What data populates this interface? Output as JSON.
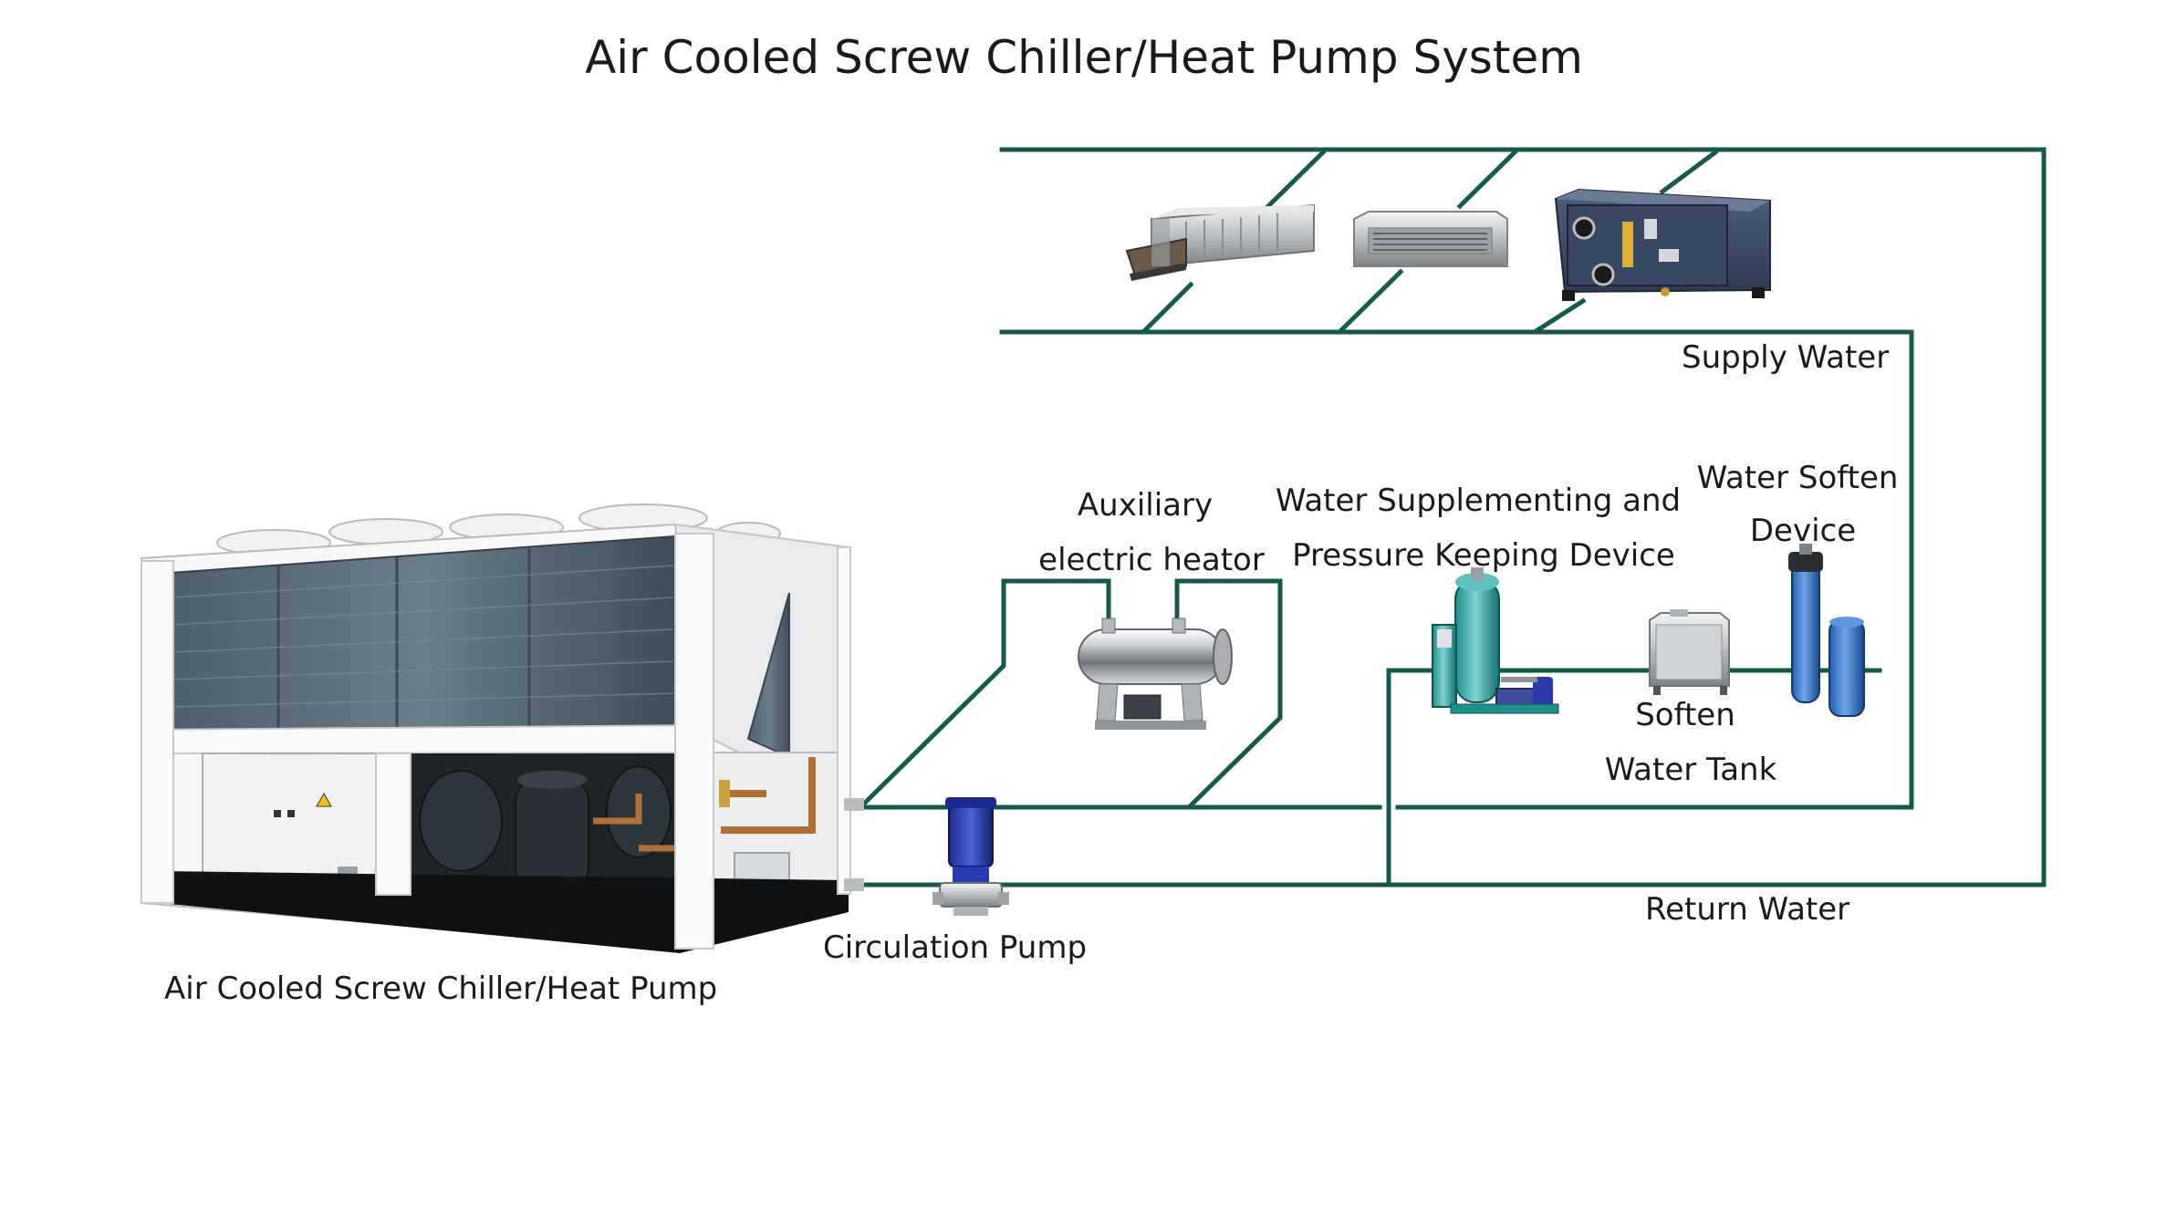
{
  "title": "Air Cooled Screw Chiller/Heat Pump System",
  "labels": {
    "supply_water": "Supply Water",
    "return_water": "Return Water",
    "circulation_pump": "Circulation Pump",
    "chiller": "Air Cooled Screw Chiller/Heat Pump",
    "aux_heater_line1": "Auxiliary",
    "aux_heater_line2": "electric heator",
    "supplement_line1": "Water Supplementing and",
    "supplement_line2": "Pressure Keeping Device",
    "soften_device_line1": "Water Soften",
    "soften_device_line2": "Device",
    "soften_tank_line1": "Soften",
    "soften_tank_line2": "Water Tank"
  },
  "colors": {
    "pipe": "#155a4b",
    "background": "#ffffff",
    "text": "#1a1a1a"
  },
  "icons": {
    "chiller": "air-cooled-screw-chiller-icon",
    "fan_coil_1": "ducted-fan-coil-unit-icon",
    "fan_coil_2": "ceiling-cassette-fan-coil-icon",
    "air_handler": "air-handling-unit-icon",
    "aux_heater": "auxiliary-electric-heater-icon",
    "pressure_device": "pressure-keeping-device-icon",
    "soften_tank": "soften-water-tank-icon",
    "soften_device": "water-softener-icon",
    "pump": "circulation-pump-icon"
  }
}
